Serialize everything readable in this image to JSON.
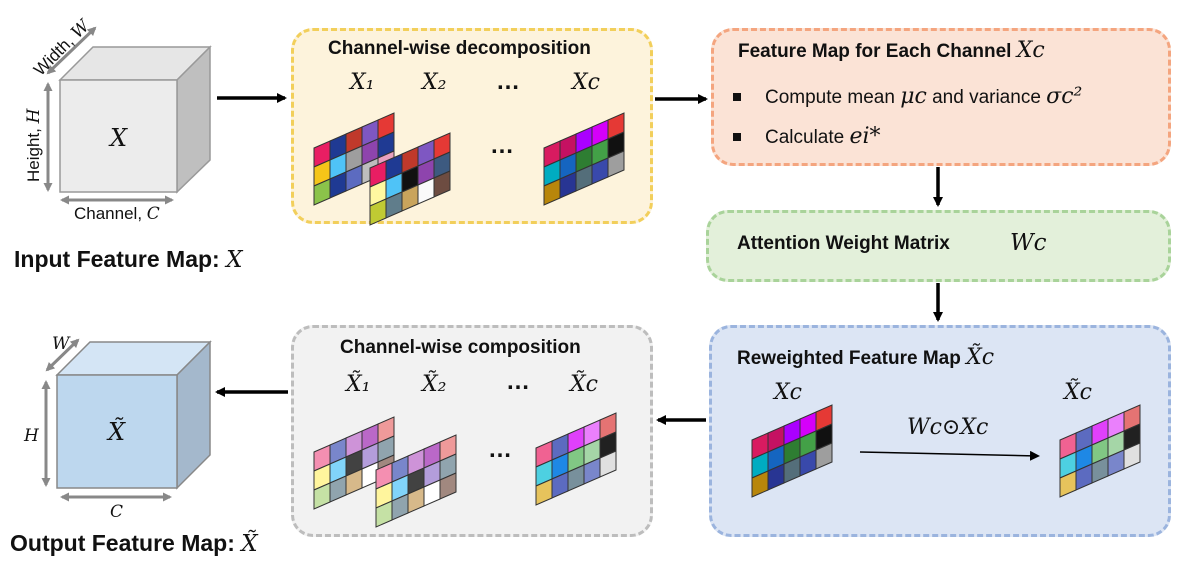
{
  "input": {
    "cube_label": "X",
    "width_label": "Width, ",
    "width_var": "W",
    "height_label": "Height, ",
    "height_var": "H",
    "channel_label": "Channel, ",
    "channel_var": "C",
    "caption": "Input Feature Map: ",
    "caption_var": "X"
  },
  "decomposition": {
    "title": "Channel-wise decomposition",
    "labels": [
      "X₁",
      "X₂",
      "Xc"
    ],
    "dots": "…"
  },
  "feature_map": {
    "title": "Feature Map for Each Channel ",
    "title_var": "Xc",
    "bullet1_text": "Compute mean ",
    "bullet1_mu": "μc",
    "bullet1_mid": " and variance ",
    "bullet1_sigma": "σc²",
    "bullet2_text": "Calculate ",
    "bullet2_var": "ei*"
  },
  "attention": {
    "title": "Attention Weight Matrix",
    "var": "Wc"
  },
  "reweighted": {
    "title": "Reweighted Feature Map ",
    "title_var": "X̃c",
    "left_label": "Xc",
    "op_label": "Wc⊙Xc",
    "right_label": "X̃c"
  },
  "composition": {
    "title": "Channel-wise composition",
    "labels": [
      "X̃₁",
      "X̃₂",
      "X̃c"
    ],
    "dots": "…"
  },
  "output": {
    "cube_label": "X̃",
    "w_label": "W",
    "h_label": "H",
    "c_label": "C",
    "caption": "Output Feature Map: ",
    "caption_var": "X̃"
  },
  "colors": {
    "decomp_border": "#f2cf5b",
    "decomp_fill": "#fdf3dc",
    "feat_border": "#f4a57f",
    "feat_fill": "#fbe3d6",
    "attn_border": "#a9d39a",
    "attn_fill": "#e3f0da",
    "rew_border": "#9bb4de",
    "rew_fill": "#dce5f4",
    "comp_border": "#bdbdbd",
    "comp_fill": "#f2f2f2",
    "input_cube": "#d9d9d9",
    "output_cube": "#bdd7ee"
  }
}
